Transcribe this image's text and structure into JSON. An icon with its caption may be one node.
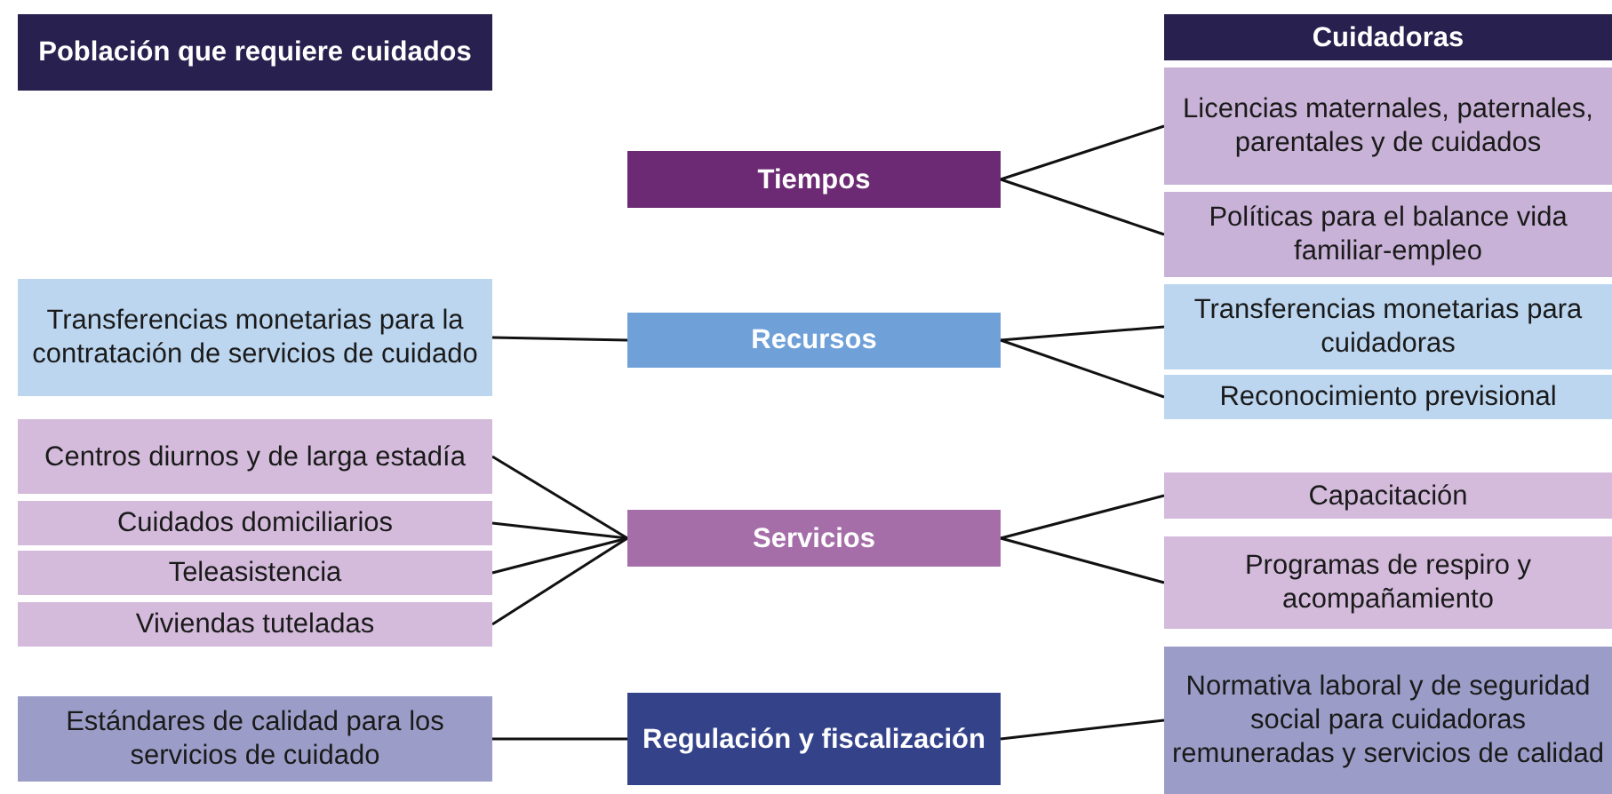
{
  "diagram": {
    "nodes": [
      {
        "text": [
          "Población que requiere cuidados"
        ]
      },
      {
        "text": [
          "Cuidadoras"
        ]
      },
      {
        "text": [
          "Licencias maternales, paternales, parentales y de cuidados"
        ]
      },
      {
        "text": [
          "Políticas para el balance vida familiar-empleo"
        ]
      },
      {
        "text": [
          "Tiempos"
        ]
      },
      {
        "text": [
          "Transferencias monetarias para la contratación de servicios de cuidado"
        ]
      },
      {
        "text": [
          "Recursos"
        ]
      },
      {
        "text": [
          "Transferencias monetarias para cuidadoras"
        ]
      },
      {
        "text": [
          "Reconocimiento previsional"
        ]
      },
      {
        "text": [
          "Centros diurnos y de larga estadía"
        ]
      },
      {
        "text": [
          "Cuidados domiciliarios"
        ]
      },
      {
        "text": [
          "Teleasistencia"
        ]
      },
      {
        "text": [
          "Viviendas tuteladas"
        ]
      },
      {
        "text": [
          "Servicios"
        ]
      },
      {
        "text": [
          "Capacitación"
        ]
      },
      {
        "text": [
          "Programas de respiro y acompañamiento"
        ]
      },
      {
        "text": [
          "Estándares de calidad para los servicios de cuidado"
        ]
      },
      {
        "text": [
          "Regulación y fiscalización"
        ]
      },
      {
        "text": [
          "Normativa laboral y de seguridad social para cuidadoras remuneradas y servicios de calidad"
        ]
      }
    ],
    "edges": [
      {
        "from": 4,
        "to": 2,
        "arrow": "none"
      },
      {
        "from": 4,
        "to": 3,
        "arrow": "none"
      },
      {
        "from": 5,
        "to": 6,
        "arrow": "none"
      },
      {
        "from": 6,
        "to": 7,
        "arrow": "none"
      },
      {
        "from": 6,
        "to": 8,
        "arrow": "none"
      },
      {
        "from": 9,
        "to": 13,
        "arrow": "none"
      },
      {
        "from": 10,
        "to": 13,
        "arrow": "none"
      },
      {
        "from": 11,
        "to": 13,
        "arrow": "none"
      },
      {
        "from": 12,
        "to": 13,
        "arrow": "none"
      },
      {
        "from": 13,
        "to": 14,
        "arrow": "none"
      },
      {
        "from": 13,
        "to": 15,
        "arrow": "none"
      },
      {
        "from": 16,
        "to": 17,
        "arrow": "none"
      },
      {
        "from": 17,
        "to": 18,
        "arrow": "none"
      }
    ]
  }
}
